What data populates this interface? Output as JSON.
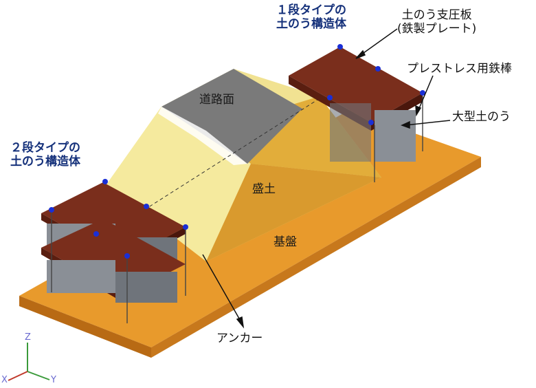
{
  "labels": {
    "one_tier_line1": "１段タイプの",
    "one_tier_line2": "土のう構造体",
    "two_tier_line1": "２段タイプの",
    "two_tier_line2": "土のう構造体",
    "support_plate_line1": "土のう支圧板",
    "support_plate_line2": "(鉄製プレート)",
    "prestress_rod": "プレストレス用鉄棒",
    "large_sandbag": "大型土のう",
    "road_surface": "道路面",
    "embankment": "盛土",
    "foundation": "基盤",
    "anchor": "アンカー"
  },
  "axes": {
    "z": "Z",
    "y": "Y",
    "x": "X"
  },
  "colors": {
    "label_blue": "#14307a",
    "road": "#7a7a7a",
    "embankment_yellow": "#f3e48a",
    "base_orange": "#e89a2c",
    "plate_brown": "#7a2e1c",
    "sandbag_gray": "#8a8f96",
    "bolt_blue": "#1a2fd6"
  }
}
